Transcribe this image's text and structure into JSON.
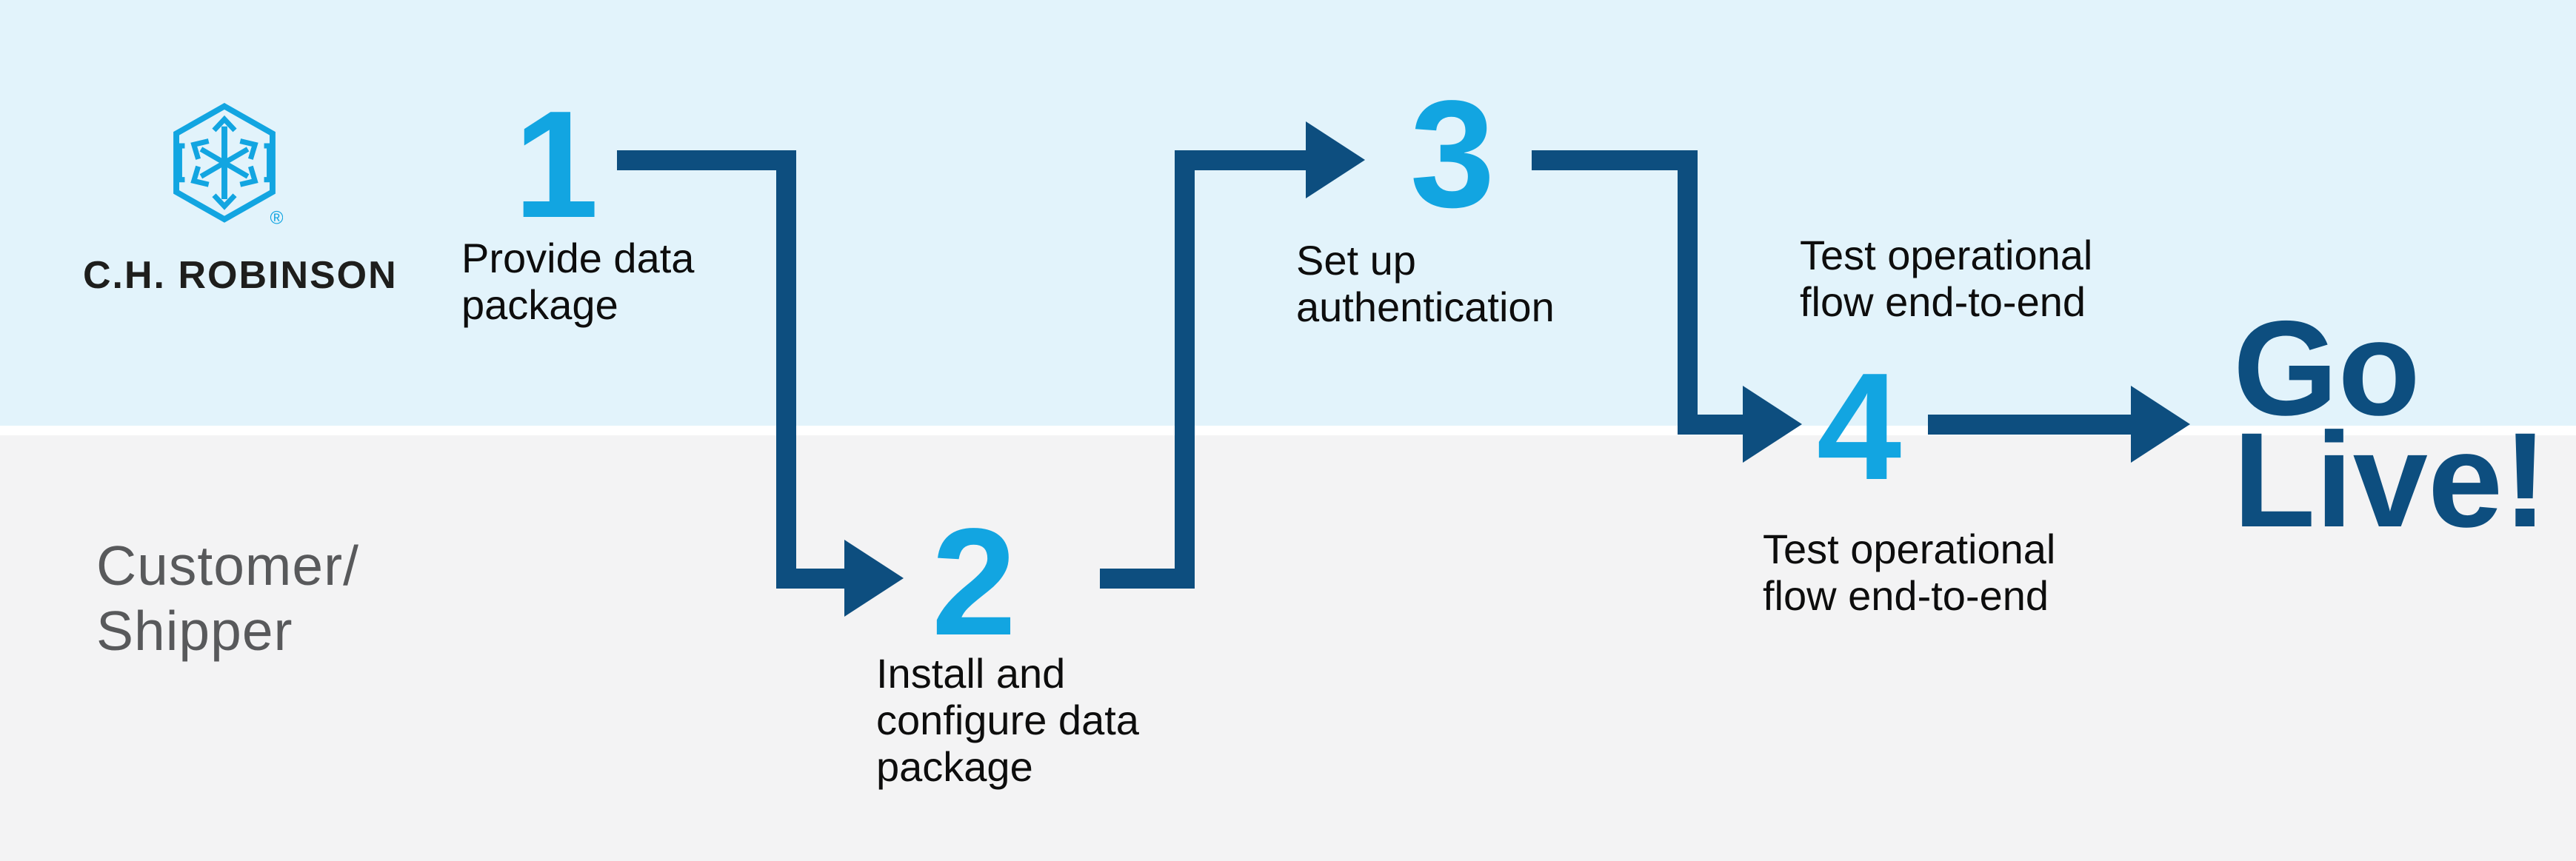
{
  "colors": {
    "navy": "#0d4e7f",
    "cyan": "#12a5e1",
    "lane_top_bg": "#e2f3fb",
    "lane_bottom_bg": "#f3f3f4",
    "label_text": "#0d0d0d",
    "lane_label_text": "#58595b",
    "logo_text": "#1e1e1c",
    "divider": "#ffffff"
  },
  "logo": {
    "wordmark": "C.H. ROBINSON",
    "registered_mark": "®",
    "icon": "hexagon-arrows"
  },
  "lanes": {
    "bottom_label": "Customer/\nShipper"
  },
  "steps": [
    {
      "number": "1",
      "label": "Provide data\npackage"
    },
    {
      "number": "2",
      "label": "Install and\nconfigure data\npackage"
    },
    {
      "number": "3",
      "label": "Set up\nauthentication"
    },
    {
      "number": "4",
      "label_above": "Test operational\nflow end-to-end",
      "label_below": "Test operational\nflow end-to-end"
    }
  ],
  "finish": {
    "label": "Go\nLive!"
  }
}
